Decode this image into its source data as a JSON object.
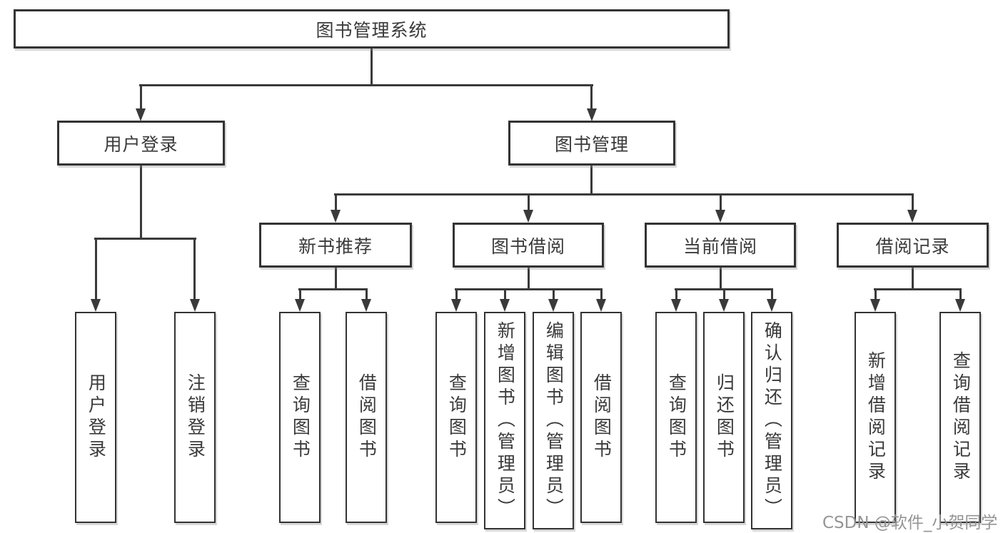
{
  "watermark": "CSDN @软件_小贺同学",
  "colors": {
    "line": "#3a3a3a",
    "box_border": "#333333",
    "box_background": "#ffffff",
    "text": "#3a3a3a",
    "watermark": "#8f8f8f"
  },
  "icons": {
    "arrow_down": "▼"
  },
  "tree": {
    "root": {
      "label": "图书管理系统",
      "children": [
        {
          "label": "用户登录",
          "children": [
            {
              "label": "用户登录"
            },
            {
              "label": "注销登录"
            }
          ]
        },
        {
          "label": "图书管理",
          "children": [
            {
              "label": "新书推荐",
              "children": [
                {
                  "label": "查询图书"
                },
                {
                  "label": "借阅图书"
                }
              ]
            },
            {
              "label": "图书借阅",
              "children": [
                {
                  "label": "查询图书"
                },
                {
                  "label": "新增图书（管理员）"
                },
                {
                  "label": "编辑图书（管理员）"
                },
                {
                  "label": "借阅图书"
                }
              ]
            },
            {
              "label": "当前借阅",
              "children": [
                {
                  "label": "查询图书"
                },
                {
                  "label": "归还图书"
                },
                {
                  "label": "确认归还（管理员）"
                }
              ]
            },
            {
              "label": "借阅记录",
              "children": [
                {
                  "label": "新增借阅记录"
                },
                {
                  "label": "查询借阅记录"
                }
              ]
            }
          ]
        }
      ]
    }
  }
}
